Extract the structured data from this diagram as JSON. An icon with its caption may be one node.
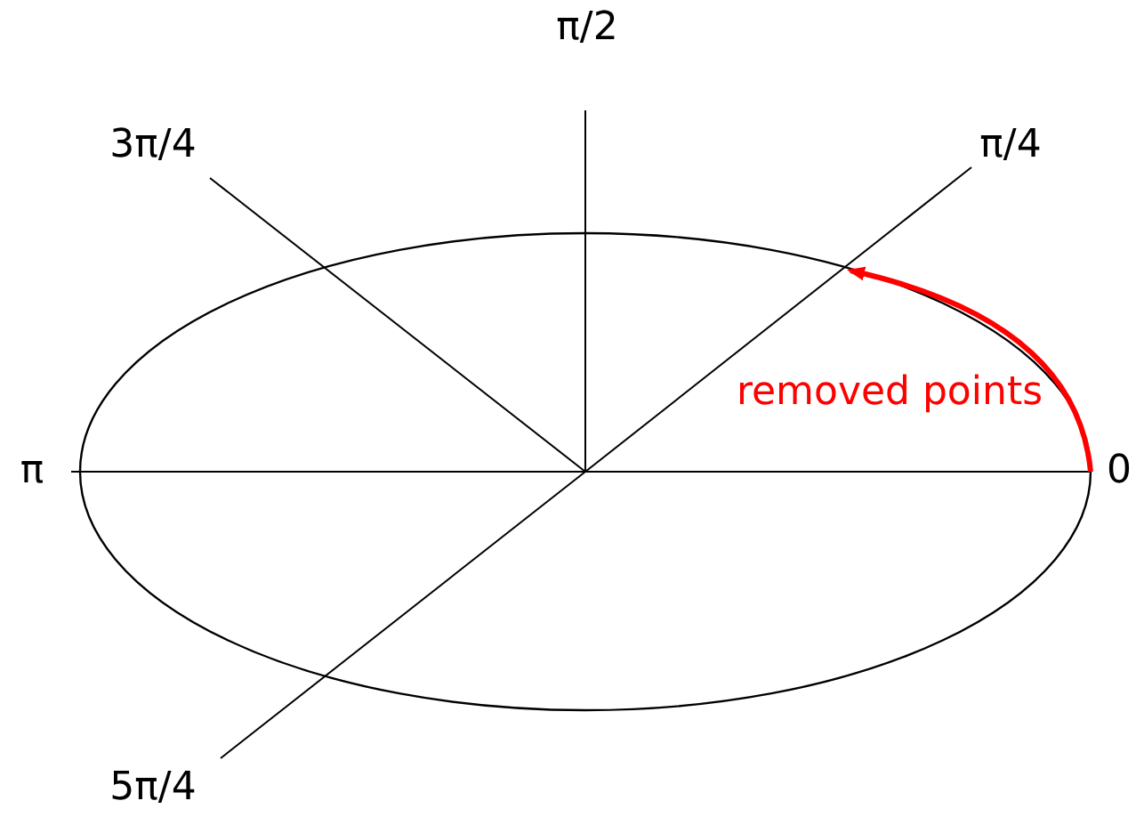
{
  "diagram": {
    "labels": [
      "π/2",
      "3π/4",
      "π/4",
      "π",
      "0",
      "5π/4",
      "removed points"
    ]
  }
}
